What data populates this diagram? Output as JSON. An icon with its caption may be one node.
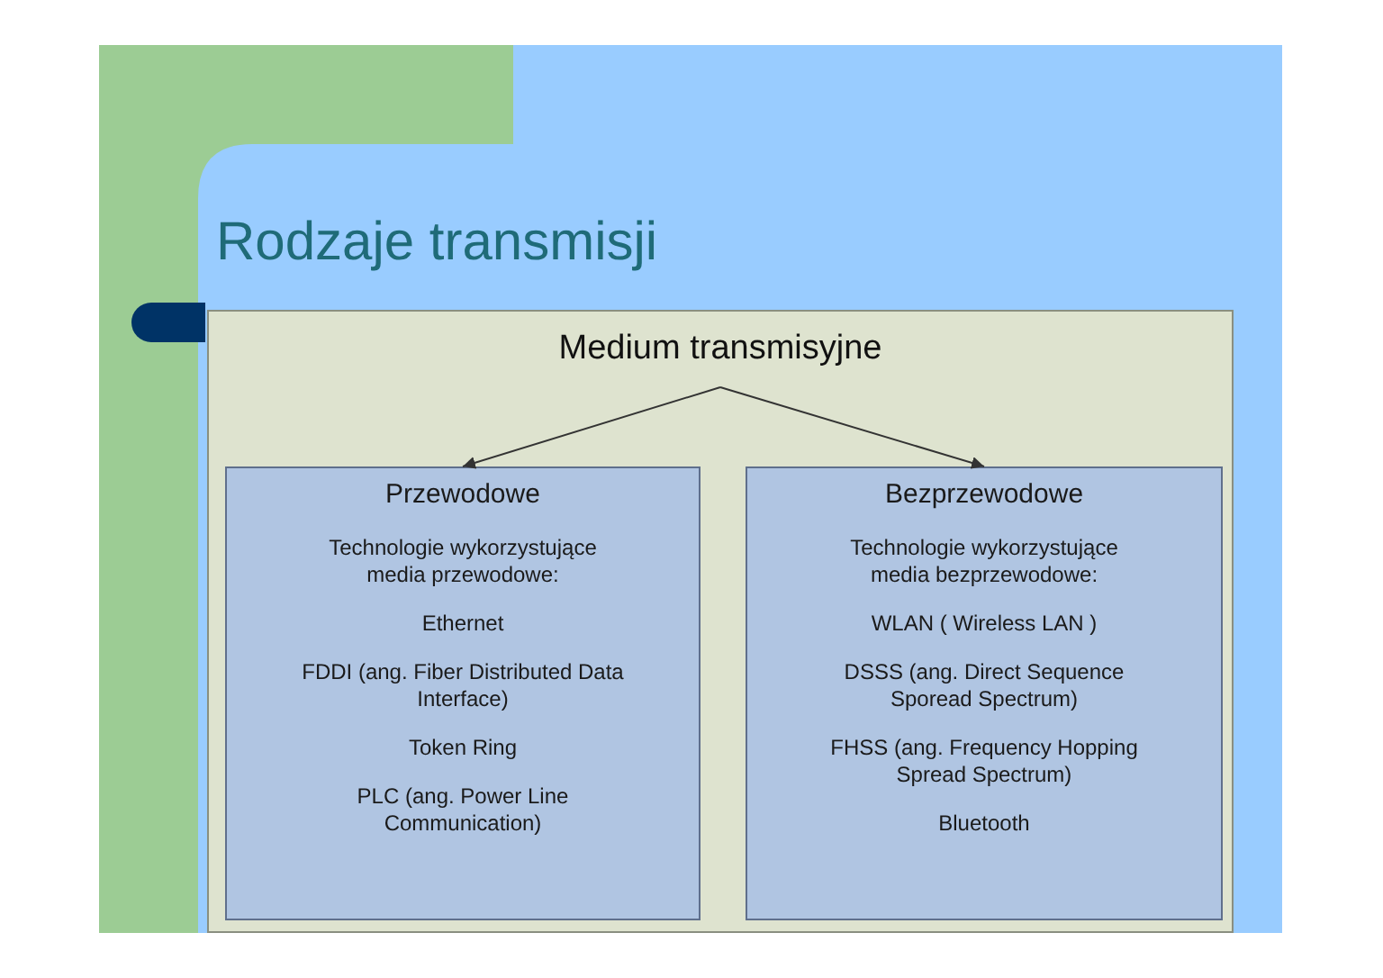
{
  "diagram": {
    "title": "Rodzaje transmisji",
    "nodes": [
      {
        "text": [
          "Medium transmisyjne"
        ]
      },
      {
        "text": [
          "Przewodowe",
          "Technologie wykorzystujące media przewodowe:",
          "Ethernet",
          "FDDI (ang. Fiber Distributed Data Interface)",
          "Token Ring",
          "PLC (ang. Power Line Communication)"
        ],
        "in": 0
      },
      {
        "text": [
          "Bezprzewodowe",
          "Technologie wykorzystujące media bezprzewodowe:",
          "WLAN ( Wireless LAN )",
          "DSSS (ang. Direct Sequence Sporead Spectrum)",
          "FHSS (ang. Frequency Hopping Spread Spectrum)",
          "Bluetooth"
        ],
        "in": 0
      }
    ],
    "edges": [
      {
        "from": 0,
        "to": 1,
        "arrow": "to"
      },
      {
        "from": 0,
        "to": 2,
        "arrow": "to"
      }
    ]
  }
}
